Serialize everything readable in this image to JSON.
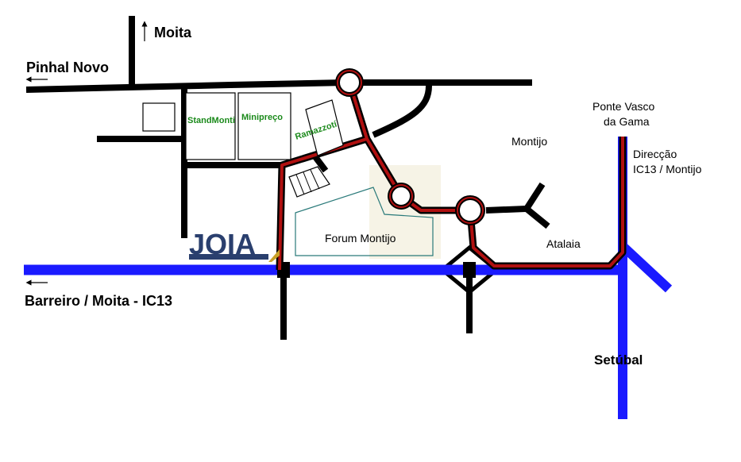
{
  "places": {
    "moita_north": "Moita",
    "pinhal_novo": "Pinhal Novo",
    "barreiro": "Barreiro / Moita - IC13",
    "ponte_line1": "Ponte Vasco",
    "ponte_line2": "da Gama",
    "direccao_line1": "Direcção",
    "direccao_line2": "IC13 / Montijo",
    "montijo": "Montijo",
    "atalaia": "Atalaia",
    "setubal": "Setúbal"
  },
  "buildings": {
    "standmonti": "StandMonti",
    "minipreco": "Minipreço",
    "ramazzoti": "Ramazzotí",
    "forum": "Forum Montijo"
  },
  "logo": {
    "text": "JOIA"
  },
  "colors": {
    "road": "#000000",
    "highway": "#1a1aff",
    "route": "#b01010",
    "label_green": "#1b8a1b",
    "forum_outline": "#2a7a7a"
  }
}
